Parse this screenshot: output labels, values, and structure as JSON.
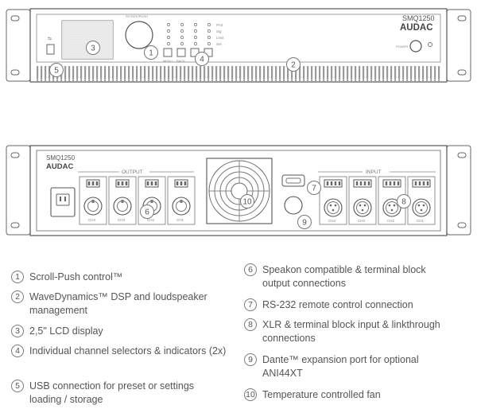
{
  "brand": {
    "model": "SMQ1250",
    "name": "AUDAC"
  },
  "front": {
    "menu_label": "MENU",
    "back_label": "BACK",
    "power_label": "POWER",
    "indicator_labels": [
      "Prot",
      "Sig",
      "Limit",
      "Sel"
    ]
  },
  "rear": {
    "output_label": "OUTPUT",
    "input_label": "INPUT",
    "output_channels": [
      "CH4",
      "CH3",
      "CH2",
      "CH1"
    ],
    "input_channels": [
      "CH4",
      "CH3",
      "CH2",
      "CH1"
    ]
  },
  "callouts": [
    "1",
    "2",
    "3",
    "4",
    "5",
    "6",
    "7",
    "8",
    "9",
    "10"
  ],
  "legend": [
    {
      "num": "1",
      "text": "Scroll-Push control™"
    },
    {
      "num": "2",
      "text": "WaveDynamics™ DSP and loudspeaker management"
    },
    {
      "num": "3",
      "text": "2,5\" LCD display"
    },
    {
      "num": "4",
      "text": "Individual channel selectors & indicators (2x)"
    },
    {
      "num": "5",
      "text": "USB connection for preset or settings loading / storage"
    },
    {
      "num": "6",
      "text": "Speakon compatible & terminal block output connections"
    },
    {
      "num": "7",
      "text": "RS-232 remote control connection"
    },
    {
      "num": "8",
      "text": "XLR & terminal block input & linkthrough connections"
    },
    {
      "num": "9",
      "text": "Dante™ expansion port for optional ANI44XT"
    },
    {
      "num": "10",
      "text": "Temperature controlled fan"
    }
  ]
}
